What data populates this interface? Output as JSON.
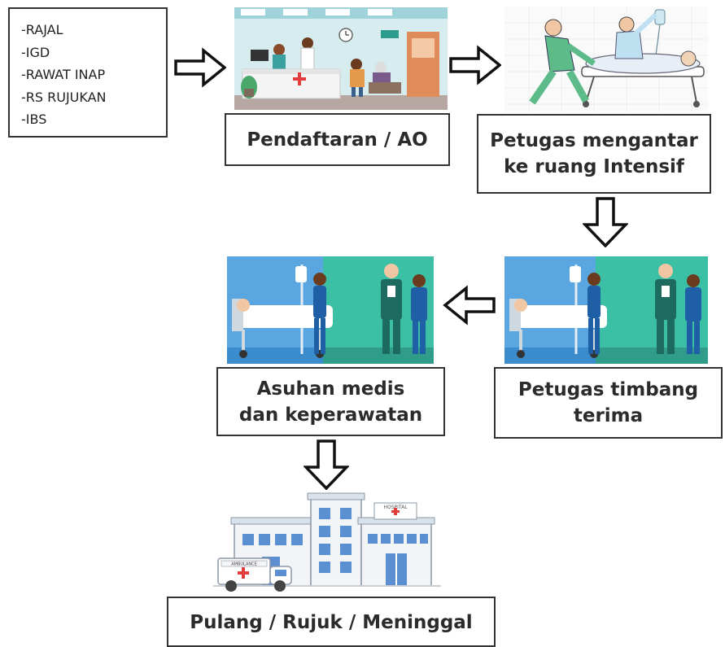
{
  "sources": [
    "-RAJAL",
    "-IGD",
    "-RAWAT INAP",
    "-RS RUJUKAN",
    "-IBS"
  ],
  "steps": {
    "registration": "Pendaftaran / AO",
    "transport": [
      "Petugas mengantar",
      "ke ruang Intensif"
    ],
    "handover": [
      "Petugas timbang",
      "terima"
    ],
    "care": [
      "Asuhan medis",
      "dan keperawatan"
    ],
    "outcome": "Pulang / Rujuk / Meninggal"
  },
  "illustration_text": {
    "hospital_sign": "HOSPITAL",
    "ambulance_sign": "AMBULANCE"
  }
}
